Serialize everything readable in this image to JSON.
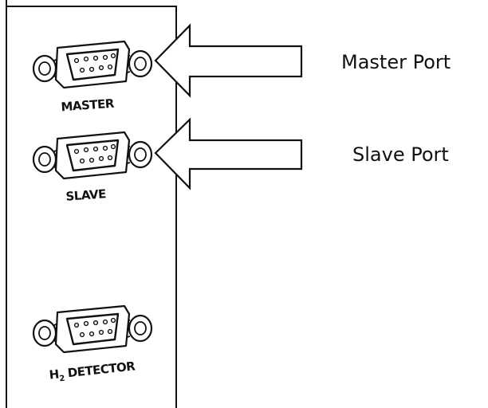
{
  "ports": [
    {
      "name": "master",
      "panel_label": "MASTER"
    },
    {
      "name": "slave",
      "panel_label": "SLAVE"
    },
    {
      "name": "h2-detector",
      "panel_label_prefix": "H",
      "panel_label_subscript": "2",
      "panel_label_suffix": " DETECTOR"
    }
  ],
  "callouts": [
    {
      "label": "Master Port"
    },
    {
      "label": "Slave Port"
    }
  ],
  "colors": {
    "line": "#111111",
    "background": "#ffffff"
  }
}
